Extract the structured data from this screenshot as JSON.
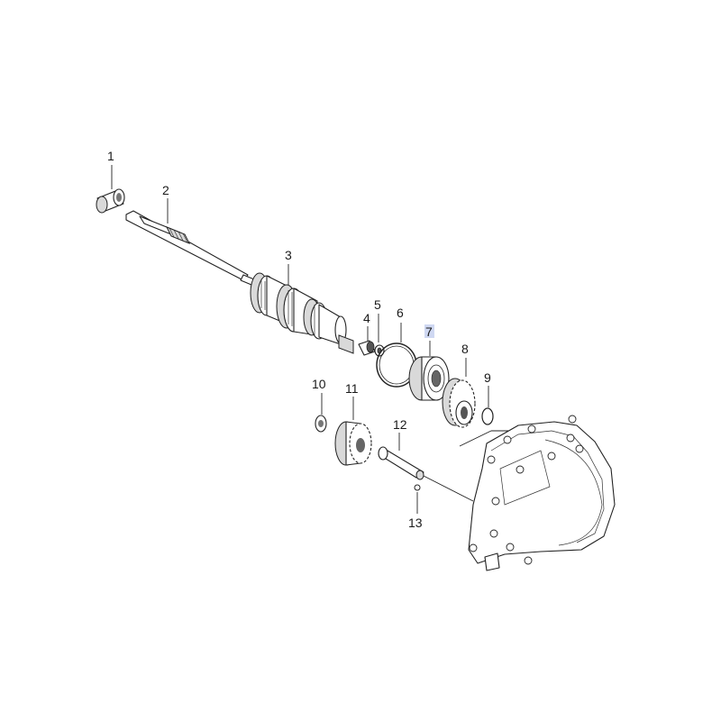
{
  "diagram": {
    "parts": [
      {
        "id": "1",
        "label": "1"
      },
      {
        "id": "2",
        "label": "2"
      },
      {
        "id": "3",
        "label": "3"
      },
      {
        "id": "4",
        "label": "4"
      },
      {
        "id": "5",
        "label": "5"
      },
      {
        "id": "6",
        "label": "6"
      },
      {
        "id": "7",
        "label": "7",
        "highlighted": true
      },
      {
        "id": "8",
        "label": "8"
      },
      {
        "id": "9",
        "label": "9"
      },
      {
        "id": "10",
        "label": "10"
      },
      {
        "id": "11",
        "label": "11"
      },
      {
        "id": "12",
        "label": "12"
      },
      {
        "id": "13",
        "label": "13"
      }
    ],
    "highlight_color": "#cfd8f2"
  }
}
